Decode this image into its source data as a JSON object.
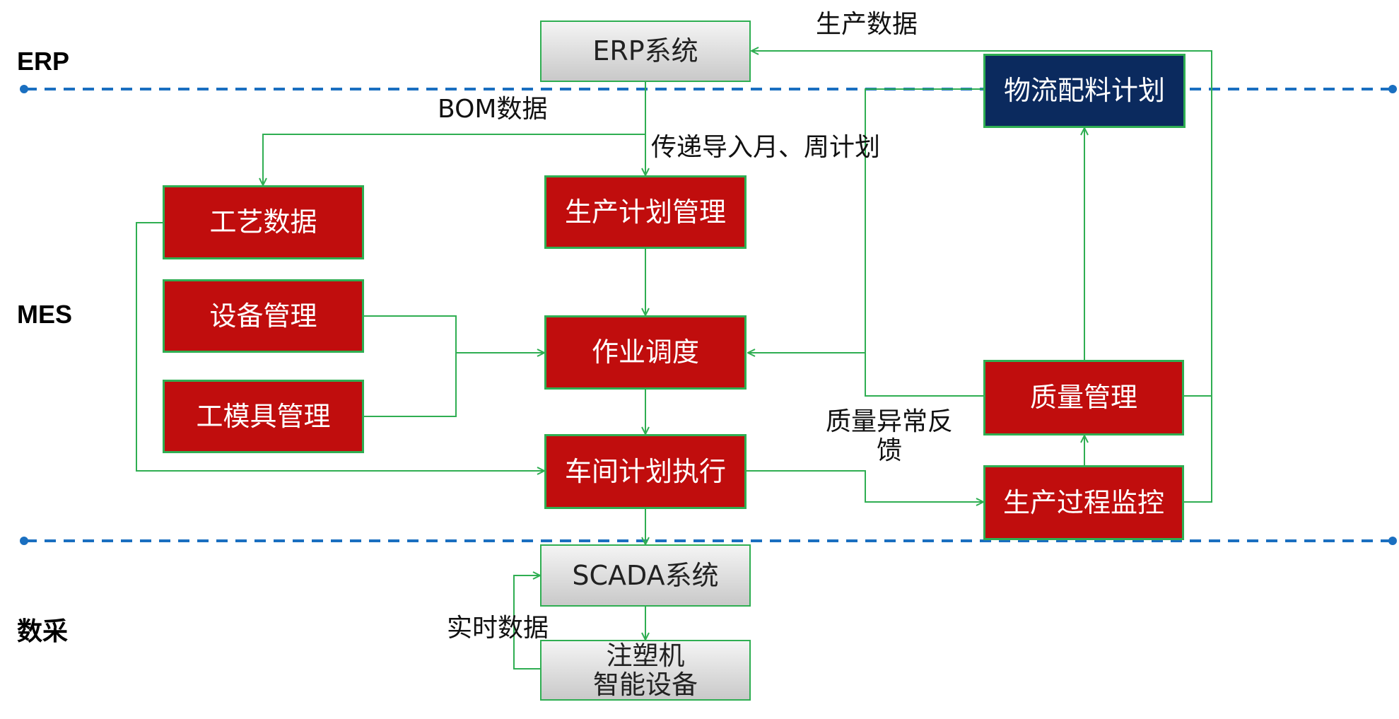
{
  "lanes": {
    "erp": "ERP",
    "mes": "MES",
    "scada": "数采"
  },
  "nodes": {
    "erp_system": "ERP系统",
    "logistics_plan": "物流配料计划",
    "process_data": "工艺数据",
    "production_plan": "生产计划管理",
    "equipment_mgmt": "设备管理",
    "job_scheduling": "作业调度",
    "mold_mgmt": "工模具管理",
    "workshop_exec": "车间计划执行",
    "quality_mgmt": "质量管理",
    "process_monitor": "生产过程监控",
    "scada_system": "SCADA系统",
    "injection_machine": "注塑机\n智能设备"
  },
  "edge_labels": {
    "production_data": "生产数据",
    "bom_data": "BOM数据",
    "transfer_plans": "传递导入月、周计划",
    "quality_feedback": "质量异常反\n馈",
    "realtime_data": "实时数据"
  },
  "colors": {
    "divider": "#1a6fc0",
    "connector": "#2fae52",
    "red_node": "#c00d0d",
    "navy_node": "#0b2a5e"
  }
}
